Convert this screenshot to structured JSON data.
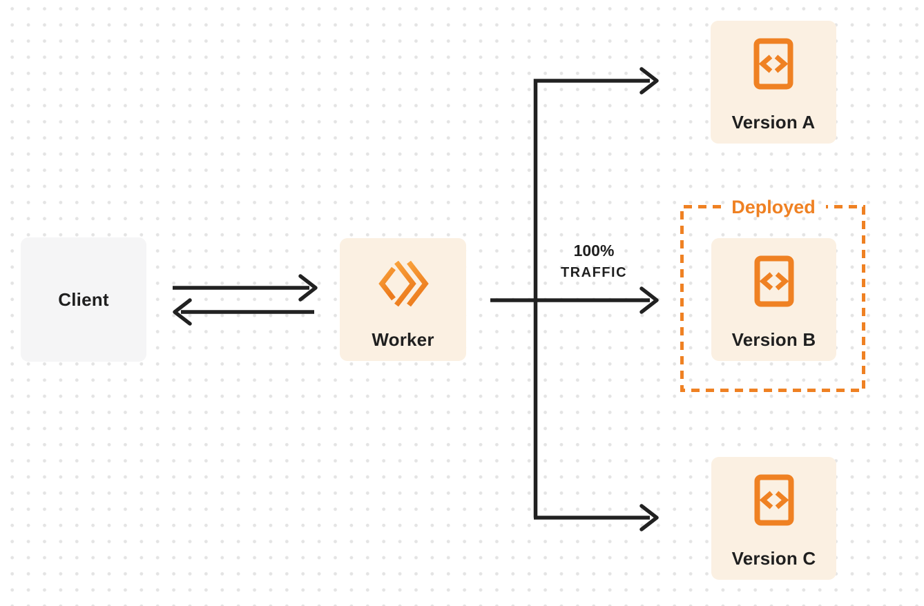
{
  "diagram": {
    "nodes": {
      "client": {
        "label": "Client"
      },
      "worker": {
        "label": "Worker",
        "icon": "cloudflare-workers-logo-icon"
      },
      "version_a": {
        "label": "Version A",
        "icon": "code-file-icon"
      },
      "version_b": {
        "label": "Version B",
        "icon": "code-file-icon"
      },
      "version_c": {
        "label": "Version C",
        "icon": "code-file-icon"
      }
    },
    "annotations": {
      "deployed_label": "Deployed",
      "traffic_percent": "100%",
      "traffic_word": "TRAFFIC"
    },
    "edges": [
      {
        "from": "client",
        "to": "worker",
        "type": "arrow"
      },
      {
        "from": "worker",
        "to": "client",
        "type": "arrow"
      },
      {
        "from": "worker",
        "to": "version_a",
        "type": "arrow"
      },
      {
        "from": "worker",
        "to": "version_b",
        "type": "arrow",
        "label": "100% TRAFFIC"
      },
      {
        "from": "worker",
        "to": "version_c",
        "type": "arrow"
      }
    ],
    "deployed_boundary_contains": "version_b",
    "colors": {
      "accent-orange": "#EF8123",
      "line-dark": "#212121",
      "node-cream": "#FBF0E2",
      "node-gray": "#F5F5F6",
      "dot-grid": "#E4E4E4",
      "text-dark": "#1F1F1F"
    }
  }
}
